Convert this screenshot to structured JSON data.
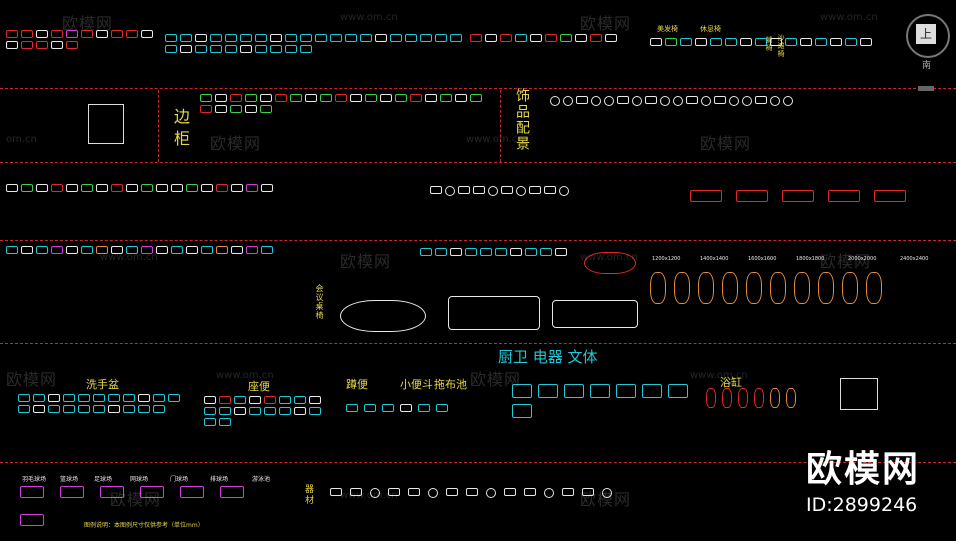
{
  "watermark": {
    "brand": "欧模网",
    "url": "www.om.cn",
    "short_url": "om.cn"
  },
  "brand_badge": {
    "name": "欧模网",
    "id_text": "ID:2899246"
  },
  "viewcube": {
    "top_label": "上",
    "south_label": "南"
  },
  "row1": {
    "label_a": "美发椅",
    "label_b": "休息椅",
    "label_c": "躺椅",
    "label_d": "沙滩椅"
  },
  "row2": {
    "side_cabinet": "边柜",
    "decor": "饰品配景"
  },
  "row4": {
    "meeting_table": "会议桌椅",
    "table_sizes": [
      "1200x1200",
      "1400x1400",
      "1600x1600",
      "1800x1800",
      "2000x2000",
      "2400x2400"
    ]
  },
  "row5": {
    "section_title": "厨卫   电器   文体"
  },
  "row6": {
    "washbasin": "洗手盆",
    "toilet": "座便",
    "squat": "蹲便",
    "urinal": "小便斗",
    "mop_pool": "拖布池",
    "bathtub": "浴缸"
  },
  "row7": {
    "appliances": "器材",
    "labels": [
      "羽毛球场",
      "篮球场",
      "足球场",
      "网球场",
      "门球场",
      "排球场",
      "游泳池"
    ],
    "note": "图例说明：本图例尺寸仅供参考（单位mm）"
  },
  "colors": {
    "accent_cyan": "#20c8d8",
    "label_yellow": "#e6d84a",
    "dash_red": "#c8282a"
  }
}
